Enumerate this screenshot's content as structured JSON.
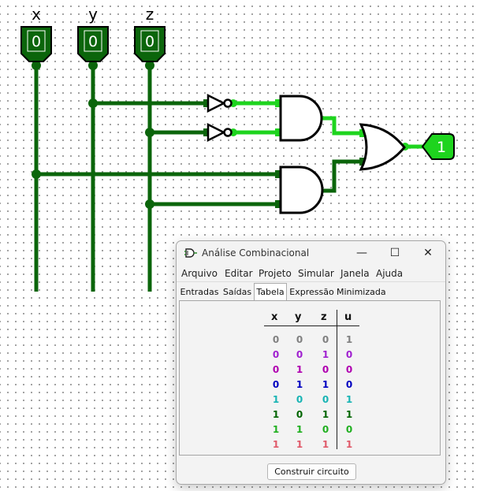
{
  "circuit": {
    "inputs": [
      {
        "name": "x",
        "value": "0"
      },
      {
        "name": "y",
        "value": "0"
      },
      {
        "name": "z",
        "value": "0"
      }
    ],
    "output": {
      "value": "1"
    },
    "colors": {
      "wire_low": "#0b650b",
      "wire_high": "#1ed41e",
      "gate_stroke": "#000000"
    }
  },
  "dialog": {
    "title": "Análise Combinacional",
    "window_buttons": {
      "minimize": "—",
      "maximize": "☐",
      "close": "✕"
    },
    "menu": [
      "Arquivo",
      "Editar",
      "Projeto",
      "Simular",
      "Janela",
      "Ajuda"
    ],
    "tabs": [
      "Entradas",
      "Saídas",
      "Tabela",
      "Expressão",
      "Minimizada"
    ],
    "active_tab": "Tabela",
    "table": {
      "headers": [
        "x",
        "y",
        "z",
        "u"
      ],
      "rows": [
        {
          "cells": [
            "0",
            "0",
            "0",
            "1"
          ],
          "color": "#808080"
        },
        {
          "cells": [
            "0",
            "0",
            "1",
            "0"
          ],
          "color": "#a020d0"
        },
        {
          "cells": [
            "0",
            "1",
            "0",
            "0"
          ],
          "color": "#b000b0"
        },
        {
          "cells": [
            "0",
            "1",
            "1",
            "0"
          ],
          "color": "#0000c0"
        },
        {
          "cells": [
            "1",
            "0",
            "0",
            "1"
          ],
          "color": "#18b4b4"
        },
        {
          "cells": [
            "1",
            "0",
            "1",
            "1"
          ],
          "color": "#006400"
        },
        {
          "cells": [
            "1",
            "1",
            "0",
            "0"
          ],
          "color": "#20b020"
        },
        {
          "cells": [
            "1",
            "1",
            "1",
            "1"
          ],
          "color": "#e05a6a"
        }
      ]
    },
    "build_button": "Construir circuito"
  }
}
